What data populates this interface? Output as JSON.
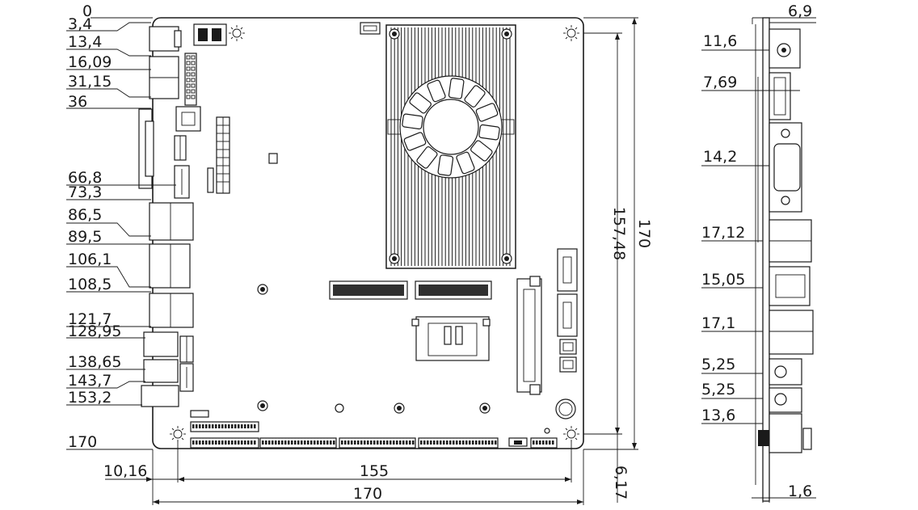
{
  "left_dimensions": [
    "0",
    "3,4",
    "13,4",
    "16,09",
    "31,15",
    "36",
    "66,8",
    "73,3",
    "86,5",
    "89,5",
    "106,1",
    "108,5",
    "121,7",
    "128,95",
    "138,65",
    "143,7",
    "153,2",
    "170"
  ],
  "bottom_dimensions": {
    "left_offset": "10,16",
    "hole_span": "155",
    "board_width": "170"
  },
  "right_dimensions": {
    "hole_span": "157,48",
    "board_height": "170",
    "bottom_offset": "6,17"
  },
  "side_view_dimensions": {
    "top": "6,9",
    "labels": [
      "11,6",
      "7,69",
      "14,2",
      "17,12",
      "15,05",
      "17,1",
      "5,25",
      "5,25",
      "13,6"
    ],
    "bottom": "1,6"
  }
}
